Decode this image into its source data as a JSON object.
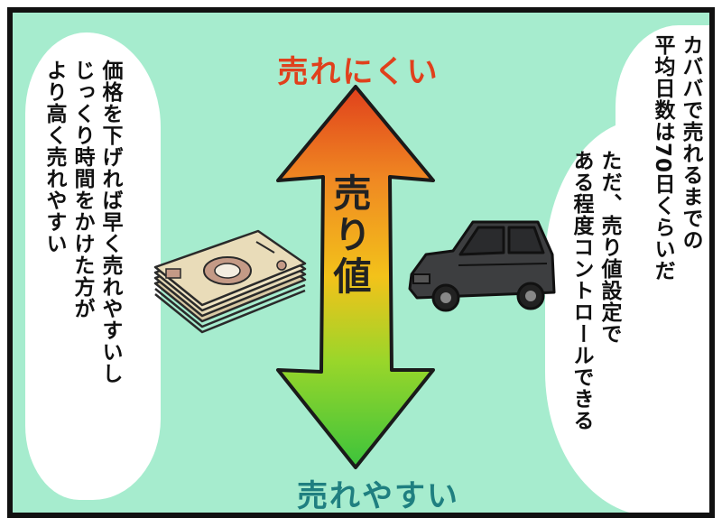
{
  "left_bubble": {
    "lines": [
      "価格を下げれば早く売れやすいし",
      "じっくり時間をかけた方が",
      "より高く売れやすい"
    ]
  },
  "right_top_bubble": {
    "lines": [
      "カババで売れるまでの",
      "平均日数は70日くらいだ"
    ]
  },
  "right_mid_bubble": {
    "lines": [
      "ただ、売り値設定で",
      "ある程度コントロールできる"
    ]
  },
  "arrow": {
    "top_label": "売れにくい",
    "center_label": "売り値",
    "bottom_label": "売れやすい"
  },
  "colors": {
    "background": "#a6ecce",
    "arrow_top": "#e0401c",
    "arrow_middle": "#f3c21a",
    "arrow_bottom": "#3cc33c",
    "top_label": "#e0401c",
    "bottom_label": "#1f7f80"
  },
  "icons": [
    "banknote-stack-icon",
    "car-icon"
  ]
}
